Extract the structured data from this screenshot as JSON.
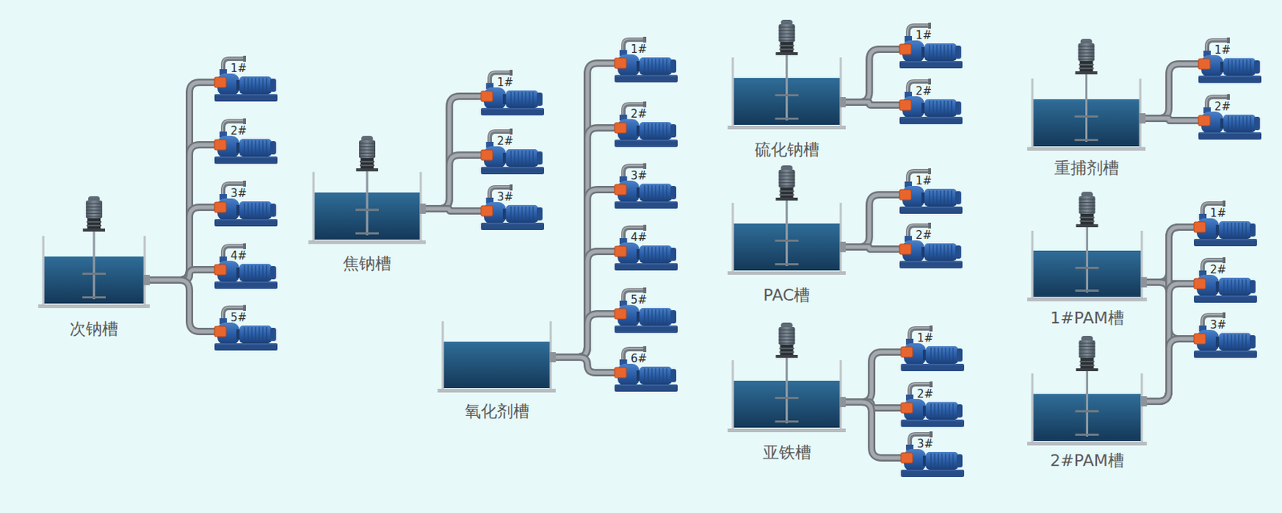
{
  "diagram": {
    "nodes": [
      {
        "text": [
          "次钠槽"
        ]
      },
      {
        "text": [
          "1#"
        ]
      },
      {
        "text": [
          "2#"
        ]
      },
      {
        "text": [
          "3#"
        ]
      },
      {
        "text": [
          "4#"
        ]
      },
      {
        "text": [
          "5#"
        ]
      },
      {
        "text": [
          "焦钠槽"
        ]
      },
      {
        "text": [
          "1#"
        ]
      },
      {
        "text": [
          "2#"
        ]
      },
      {
        "text": [
          "3#"
        ]
      },
      {
        "text": [
          "氧化剂槽"
        ]
      },
      {
        "text": [
          "1#"
        ]
      },
      {
        "text": [
          "2#"
        ]
      },
      {
        "text": [
          "3#"
        ]
      },
      {
        "text": [
          "4#"
        ]
      },
      {
        "text": [
          "5#"
        ]
      },
      {
        "text": [
          "6#"
        ]
      },
      {
        "text": [
          "硫化钠槽"
        ]
      },
      {
        "text": [
          "1#"
        ]
      },
      {
        "text": [
          "2#"
        ]
      },
      {
        "text": [
          "PAC槽"
        ]
      },
      {
        "text": [
          "1#"
        ]
      },
      {
        "text": [
          "2#"
        ]
      },
      {
        "text": [
          "亚铁槽"
        ]
      },
      {
        "text": [
          "1#"
        ]
      },
      {
        "text": [
          "2#"
        ]
      },
      {
        "text": [
          "3#"
        ]
      },
      {
        "text": [
          "重捕剂槽"
        ]
      },
      {
        "text": [
          "1#"
        ]
      },
      {
        "text": [
          "2#"
        ]
      },
      {
        "text": [
          "1#PAM槽"
        ]
      },
      {
        "text": [
          "1#"
        ]
      },
      {
        "text": [
          "2#"
        ]
      },
      {
        "text": [
          "3#"
        ]
      },
      {
        "text": [
          "2#PAM槽"
        ]
      }
    ],
    "edges": [
      {
        "from": 0,
        "to": 1,
        "arrow": "none"
      },
      {
        "from": 0,
        "to": 2,
        "arrow": "none"
      },
      {
        "from": 0,
        "to": 3,
        "arrow": "none"
      },
      {
        "from": 0,
        "to": 4,
        "arrow": "none"
      },
      {
        "from": 0,
        "to": 5,
        "arrow": "none"
      },
      {
        "from": 6,
        "to": 7,
        "arrow": "none"
      },
      {
        "from": 6,
        "to": 8,
        "arrow": "none"
      },
      {
        "from": 6,
        "to": 9,
        "arrow": "none"
      },
      {
        "from": 10,
        "to": 11,
        "arrow": "none"
      },
      {
        "from": 10,
        "to": 12,
        "arrow": "none"
      },
      {
        "from": 10,
        "to": 13,
        "arrow": "none"
      },
      {
        "from": 10,
        "to": 14,
        "arrow": "none"
      },
      {
        "from": 10,
        "to": 15,
        "arrow": "none"
      },
      {
        "from": 10,
        "to": 16,
        "arrow": "none"
      },
      {
        "from": 17,
        "to": 18,
        "arrow": "none"
      },
      {
        "from": 17,
        "to": 19,
        "arrow": "none"
      },
      {
        "from": 20,
        "to": 21,
        "arrow": "none"
      },
      {
        "from": 20,
        "to": 22,
        "arrow": "none"
      },
      {
        "from": 23,
        "to": 24,
        "arrow": "none"
      },
      {
        "from": 23,
        "to": 25,
        "arrow": "none"
      },
      {
        "from": 23,
        "to": 26,
        "arrow": "none"
      },
      {
        "from": 27,
        "to": 28,
        "arrow": "none"
      },
      {
        "from": 27,
        "to": 29,
        "arrow": "none"
      },
      {
        "from": 30,
        "to": 31,
        "arrow": "none"
      },
      {
        "from": 30,
        "to": 32,
        "arrow": "none"
      },
      {
        "from": 30,
        "to": 33,
        "arrow": "none"
      },
      {
        "from": 34,
        "to": 31,
        "arrow": "none"
      },
      {
        "from": 34,
        "to": 32,
        "arrow": "none"
      },
      {
        "from": 34,
        "to": 33,
        "arrow": "none"
      }
    ]
  }
}
